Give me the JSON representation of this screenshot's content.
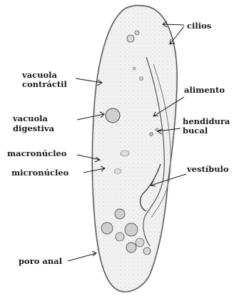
{
  "labels": {
    "cilios": "cilios",
    "vacuola_contractil_1": "vacuola",
    "vacuola_contractil_2": "contráctil",
    "alimento": "alimento",
    "vacuola_digestiva_1": "vacuola",
    "vacuola_digestiva_2": "digestiva",
    "hendidura_bucal_1": "hendidura",
    "hendidura_bucal_2": "bucal",
    "macronucleo": "macronúcleo",
    "vestibulo": "vestíbulo",
    "micronucleo": "micronúcleo",
    "poro_anal": "poro anal"
  },
  "colors": {
    "ink": "#1a1a1a",
    "cell_fill": "#f2f2f2",
    "cell_stroke": "#3a3a3a",
    "organelle": "#cfcfcf"
  }
}
